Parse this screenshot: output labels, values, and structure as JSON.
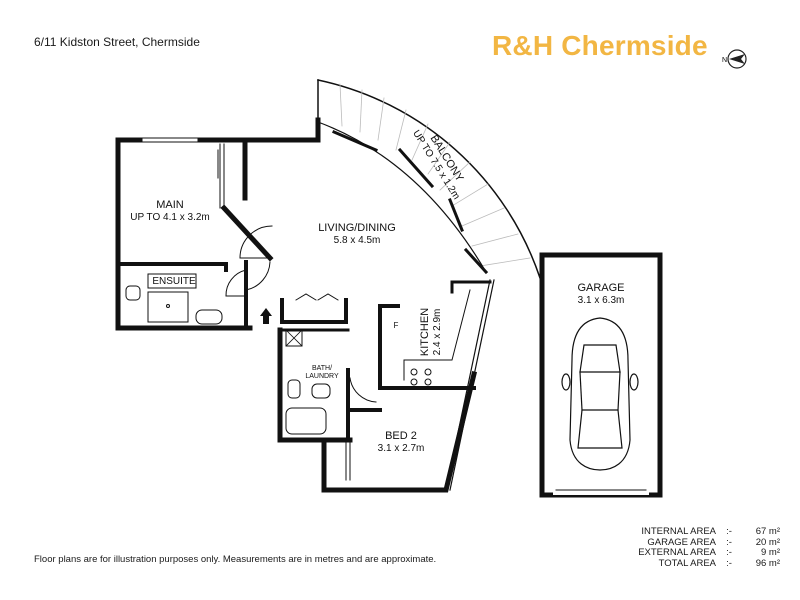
{
  "header": {
    "address": "6/11 Kidston Street, Chermside",
    "brand": "R&H Chermside",
    "compass_label": "N",
    "compass_icon": "north-arrow-icon",
    "brand_color": "#f2b643"
  },
  "rooms": {
    "main": {
      "name": "MAIN",
      "dims": "UP TO 4.1 x 3.2m"
    },
    "living": {
      "name": "LIVING/DINING",
      "dims": "5.8 x 4.5m"
    },
    "balcony": {
      "name": "BALCONY",
      "dims": "UP TO 7.5 x 1.2m"
    },
    "ensuite": {
      "name": "ENSUITE"
    },
    "kitchen": {
      "name": "KITCHEN",
      "dims": "2.4 x 2.9m",
      "fridge": "F"
    },
    "bath": {
      "line1": "BATH/",
      "line2": "LAUNDRY"
    },
    "bed2": {
      "name": "BED 2",
      "dims": "3.1 x 2.7m"
    },
    "garage": {
      "name": "GARAGE",
      "dims": "3.1 x 6.3m"
    }
  },
  "footer": {
    "disclaimer": "Floor plans are for illustration purposes only. Measurements are in metres and are approximate.",
    "areas": [
      {
        "label": "INTERNAL AREA",
        "sep": ":-",
        "value": "67 m²"
      },
      {
        "label": "GARAGE AREA",
        "sep": ":-",
        "value": "20 m²"
      },
      {
        "label": "EXTERNAL AREA",
        "sep": ":-",
        "value": "9 m²"
      },
      {
        "label": "TOTAL AREA",
        "sep": ":-",
        "value": "96 m²"
      }
    ]
  }
}
